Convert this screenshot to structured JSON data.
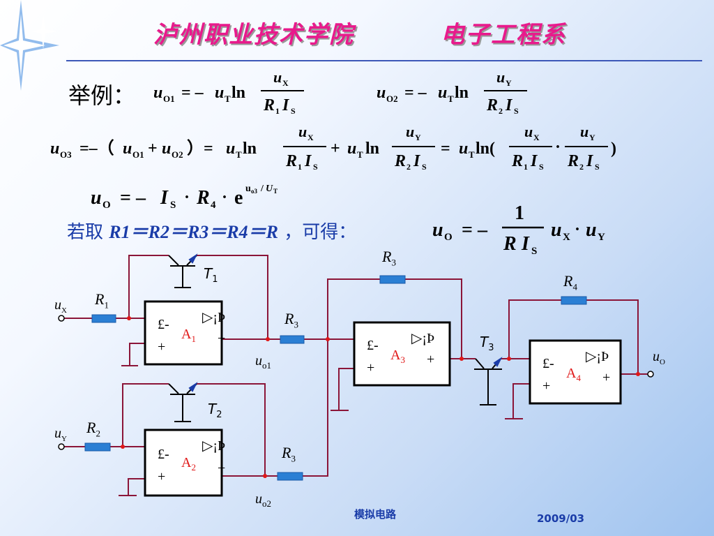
{
  "header": {
    "institution": "泸州职业技术学院",
    "department": "电子工程系"
  },
  "example_label": "举例：",
  "equations": {
    "eq1": {
      "lhs": "u",
      "lhs_sub": "O1",
      "eq": "= –",
      "u": "u",
      "u_sub": "T",
      "ln": "ln",
      "num": "u",
      "num_sub": "X",
      "den_r": "R",
      "den_r_sub": "1",
      "den_i": "I",
      "den_i_sub": "S"
    },
    "eq2": {
      "lhs": "u",
      "lhs_sub": "O2",
      "eq": "= –",
      "u": "u",
      "u_sub": "T",
      "ln": "ln",
      "num": "u",
      "num_sub": "Y",
      "den_r": "R",
      "den_r_sub": "2",
      "den_i": "I",
      "den_i_sub": "S"
    },
    "eq3": {
      "text": "= –（u_O1 + u_O2）= u_T ln(u_X / R1 IS) + u_T ln(u_Y / R2 IS) = u_T ln(u_X / R1 IS · u_Y / R2 IS)"
    },
    "eq4": {
      "text": "u_O = – I_S · R_4 · e^(u_o3 / U_T)"
    },
    "eq5": {
      "text": "u_O = – 1 / (R I_S) · u_X · u_Y"
    }
  },
  "condition": {
    "prefix": "若取",
    "expr": "R1＝R2＝R3＝R4＝R",
    "suffix": "，可得："
  },
  "circuit": {
    "labels": {
      "ux": "u",
      "ux_sub": "X",
      "uy": "u",
      "uy_sub": "Y",
      "uo": "u",
      "uo_sub": "O",
      "uo1": "u",
      "uo1_sub": "o1",
      "uo2": "u",
      "uo2_sub": "o2",
      "r1": "R",
      "r1_sub": "1",
      "r2": "R",
      "r2_sub": "2",
      "r3": "R",
      "r3_sub": "3",
      "r4": "R",
      "r4_sub": "4",
      "t1": "T",
      "t1_sub": "1",
      "t2": "T",
      "t2_sub": "2",
      "t3": "T",
      "t3_sub": "3"
    },
    "opamps": [
      {
        "name": "A",
        "sub": "1",
        "minus": "£-",
        "plus": "+",
        "plus2": "+",
        "sym": "▷¡Þ"
      },
      {
        "name": "A",
        "sub": "2",
        "minus": "£-",
        "plus": "+",
        "plus2": "+",
        "sym": "▷¡Þ"
      },
      {
        "name": "A",
        "sub": "3",
        "minus": "£-",
        "plus": "+",
        "plus2": "+",
        "sym": "▷¡Þ"
      },
      {
        "name": "A",
        "sub": "4",
        "minus": "£-",
        "plus": "+",
        "plus2": "+",
        "sym": "▷¡Þ"
      }
    ]
  },
  "footer": {
    "course": "模拟电路",
    "date": "2009/03"
  },
  "colors": {
    "wire": "#8b1538",
    "resistor": "#2b7fd4",
    "node": "#e01818",
    "accent": "#e81a8c",
    "opamp_name": "#e01818"
  }
}
